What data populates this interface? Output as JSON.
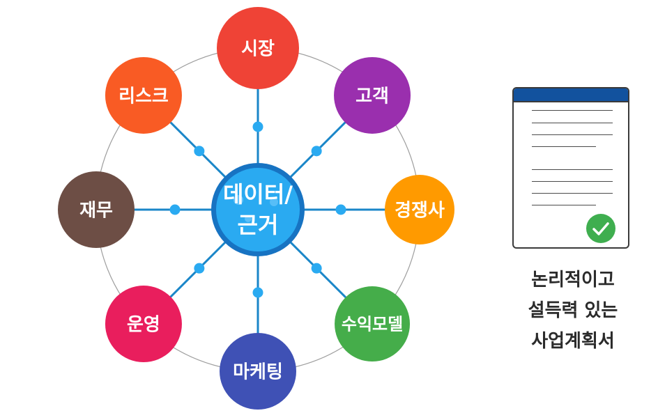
{
  "diagram": {
    "center": {
      "line1": "데이터/",
      "line2": "근거"
    },
    "nodes": [
      {
        "label": "시장",
        "color": "#ef4336"
      },
      {
        "label": "고객",
        "color": "#9a2fae"
      },
      {
        "label": "경쟁사",
        "color": "#ff9a00"
      },
      {
        "label": "수익모델",
        "color": "#45ad4a"
      },
      {
        "label": "마케팅",
        "color": "#3f51b5"
      },
      {
        "label": "운영",
        "color": "#e91e5d"
      },
      {
        "label": "재무",
        "color": "#6d4e45"
      },
      {
        "label": "리스크",
        "color": "#f95b24"
      }
    ],
    "colors": {
      "center_fill": "#2aaaf1",
      "center_ring": "#1773c2",
      "connector": "#1a86c8",
      "connector_dot": "#2aaaf1",
      "orbit": "#9e9e9e"
    }
  },
  "document": {
    "header_color": "#12529e",
    "check_color": "#3fae4f",
    "icon": "checkmark-icon"
  },
  "caption": {
    "line1": "논리적이고",
    "line2": "설득력 있는",
    "line3": "사업계획서"
  }
}
